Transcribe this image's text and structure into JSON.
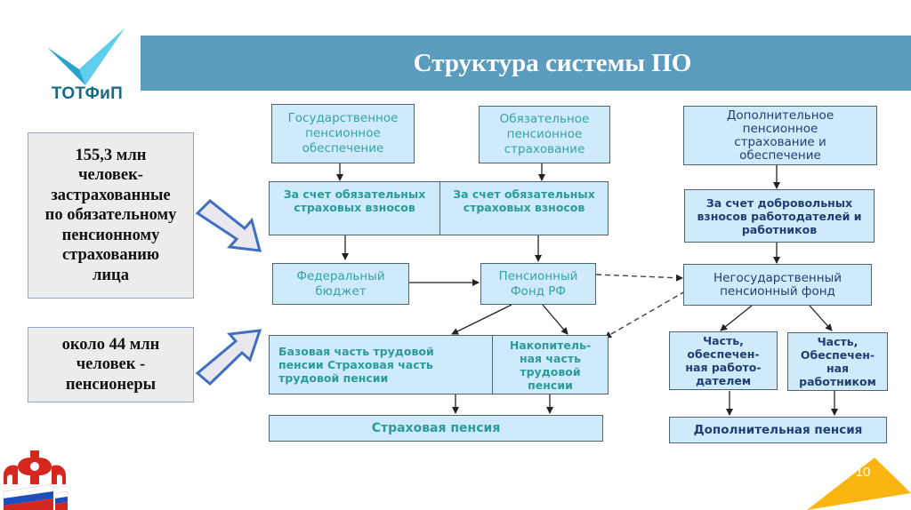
{
  "header": {
    "logo_text": "ТОТФиП",
    "title": "Структура системы ПО"
  },
  "side_notes": [
    {
      "text": "155,3 млн\nчеловек-\nзастрахованные\nпо обязательному\nпенсионному\nстрахованию\nлица"
    },
    {
      "text": "около 44 млн\nчеловек -\nпенсионеры"
    }
  ],
  "diagram": {
    "nodes": {
      "state_pension": "Государственное\nпенсионное\nобеспечение",
      "mandatory_insurance": "Обязательное\nпенсионное\nстрахование",
      "additional_insurance": "Дополнительное\nпенсионное\nстрахование и\nобеспечение",
      "mandatory_contrib_1": "За счет обязательных\nстраховых взносов",
      "mandatory_contrib_2": "За счет обязательных\nстраховых взносов",
      "voluntary_contrib": "За счет добровольных\nвзносов работодателей и\nработников",
      "federal_budget": "Федеральный\nбюджет",
      "pension_fund_rf": "Пенсионный\nФонд РФ",
      "npf": "Негосударственный\nпенсионный фонд",
      "basic_part": "Базовая часть трудовой\nпенсии Страховая часть\nтрудовой пенсии",
      "funded_part": "Накопитель-\nная часть\nтрудовой\nпенсии",
      "employer_part": "Часть,\nобеспечен-\nная работо-\nдателем",
      "employee_part": "Часть,\nОбеспечен-\nная\nработником",
      "insurance_pension": "Страховая пенсия",
      "additional_pension": "Дополнительная пенсия"
    },
    "colors": {
      "node_fill": "#cfeafb",
      "node_border": "#4f6470",
      "teal_text": "#2a9b9b",
      "navy_text": "#1f3f74",
      "title_bar": "#5b9bbd",
      "page_corner": "#fbb511"
    }
  },
  "footer": {
    "page_number": "10"
  }
}
